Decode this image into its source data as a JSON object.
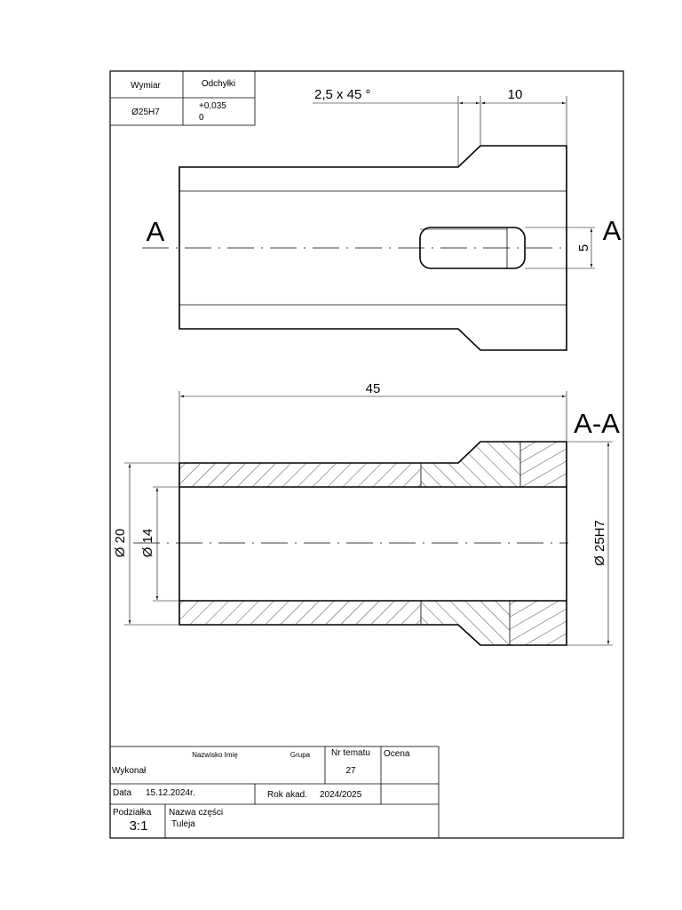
{
  "tolerance_table": {
    "header_dimension": "Wymiar",
    "header_deviations": "Odchyłki",
    "dimension": "Ø25H7",
    "upper_deviation": "+0,035",
    "lower_deviation": "0"
  },
  "top_view": {
    "chamfer_label": "2,5 x 45 °",
    "length_label": "10",
    "section_mark_left": "A",
    "section_mark_right": "A",
    "slot_width_label": "5"
  },
  "section_view": {
    "section_title": "A-A",
    "total_length_label": "45",
    "outer_diameter_label": "Ø 20",
    "inner_diameter_label": "Ø 14",
    "flange_diameter_label": "Ø 25H7"
  },
  "title_block": {
    "name_header": "Nazwisko  Imię",
    "group_header": "Grupa",
    "topic_no_header": "Nr  tematu",
    "grade_header": "Ocena",
    "made_by_label": "Wykonał",
    "topic_no_value": "27",
    "date_label": "Data",
    "date_value": "15.12.2024r.",
    "academic_year_label": "Rok  akad.",
    "academic_year_value": "2024/2025",
    "scale_label": "Podziałka",
    "scale_value": "3:1",
    "part_name_label": "Nazwa  części",
    "part_name_value": "Tuleja"
  }
}
